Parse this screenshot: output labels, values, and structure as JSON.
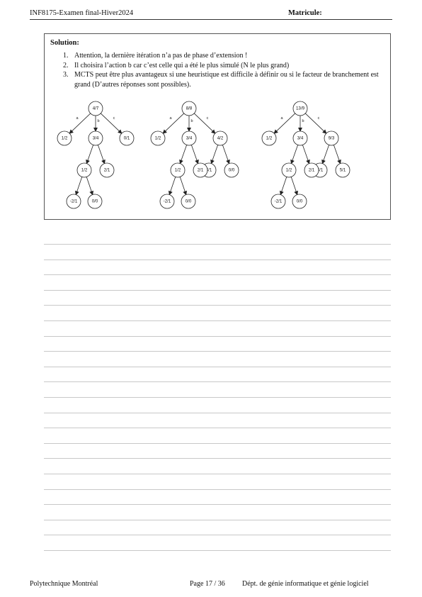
{
  "header": {
    "left": "INF8175-Examen final-Hiver2024",
    "right": "Matricule:"
  },
  "solution": {
    "title": "Solution:",
    "items": [
      {
        "num": "1.",
        "text": "Attention, la dernière itération n’a pas de phase d’extension !"
      },
      {
        "num": "2.",
        "text": "Il choisira l’action b car c’est celle qui a été le plus simulé (N le plus grand)"
      },
      {
        "num": "3.",
        "text": "MCTS peut être plus avantageux si une heuristique est difficile à définir ou si le facteur de branchement est grand (D’autres réponses sont possibles)."
      }
    ]
  },
  "edge_labels": [
    "a",
    "b",
    "c"
  ],
  "trees": [
    {
      "root": "4/7",
      "children": [
        "1/2",
        "3/4",
        "0/1"
      ],
      "b_children": [
        "1/2",
        "2/1"
      ],
      "grandchildren": [
        "-2/1",
        "0/0"
      ]
    },
    {
      "root": "8/8",
      "children": [
        "1/2",
        "3/4",
        "4/2"
      ],
      "b_children": [
        "1/2",
        "2/1"
      ],
      "c_children": [
        "4/1",
        "0/0"
      ],
      "grandchildren": [
        "-2/1",
        "0/0"
      ]
    },
    {
      "root": "13/9",
      "children": [
        "1/2",
        "3/4",
        "9/3"
      ],
      "b_children": [
        "1/2",
        "2/1"
      ],
      "c_children": [
        "4/1",
        "5/1"
      ],
      "grandchildren": [
        "-2/1",
        "0/0"
      ]
    }
  ],
  "footer": {
    "left": "Polytechnique Montréal",
    "middle": "Page 17 / 36",
    "right": "Dépt. de génie informatique et génie logiciel"
  }
}
